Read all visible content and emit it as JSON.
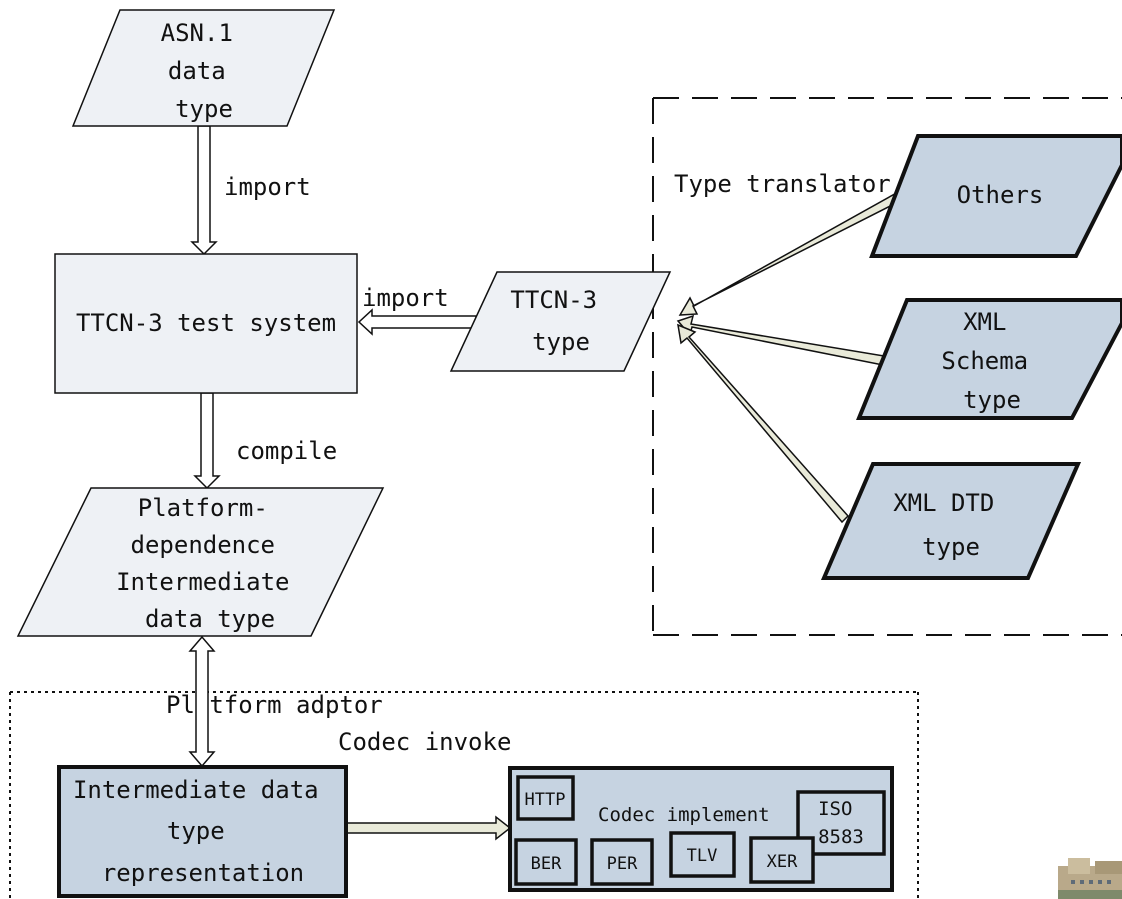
{
  "nodes": {
    "asn1": [
      "ASN.1",
      "data",
      "type"
    ],
    "ttcn3_system": [
      "TTCN-3 test system"
    ],
    "ttcn3_type": [
      "TTCN-3",
      "type"
    ],
    "platform_dep": [
      "Platform-",
      "dependence",
      "Intermediate",
      "data type"
    ],
    "others": [
      "Others"
    ],
    "xml_schema": [
      "XML",
      "Schema",
      "type"
    ],
    "xml_dtd": [
      "XML DTD",
      "type"
    ],
    "intermediate_repr": [
      "Intermediate data",
      "type",
      "representation"
    ]
  },
  "edge_labels": {
    "import_vertical": "import",
    "import_horizontal": "import",
    "compile": "compile",
    "codec_invoke": "Codec invoke"
  },
  "groups": {
    "type_translator": "Type translator",
    "platform_adaptor": "Platform adptor"
  },
  "codec": {
    "title": "Codec implement",
    "items": {
      "http": "HTTP",
      "iso": [
        "ISO",
        "8583"
      ],
      "ber": "BER",
      "per": "PER",
      "tlv": "TLV",
      "xer": "XER"
    }
  },
  "colors": {
    "light_fill": "#eef1f5",
    "dark_fill": "#c6d3e1",
    "arrow_fill": "#e9ead9"
  }
}
